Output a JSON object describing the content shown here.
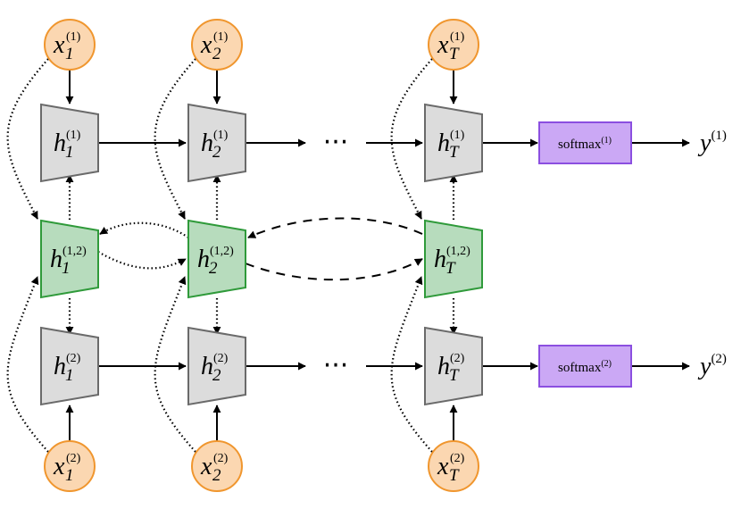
{
  "colors": {
    "input_fill": "#fbd7b1",
    "input_stroke": "#f0962e",
    "hidden_fill": "#dcdcdc",
    "hidden_stroke": "#6a6a6a",
    "shared_fill": "#b7dcbd",
    "shared_stroke": "#2f9a3a",
    "softmax_fill": "#cba8f5",
    "softmax_stroke": "#8b4fe0"
  },
  "inputs_top": [
    {
      "base": "x",
      "sub": "1",
      "sup": "(1)"
    },
    {
      "base": "x",
      "sub": "2",
      "sup": "(1)"
    },
    {
      "base": "x",
      "sub": "T",
      "sup": "(1)"
    }
  ],
  "hidden_top": [
    {
      "base": "h",
      "sub": "1",
      "sup": "(1)"
    },
    {
      "base": "h",
      "sub": "2",
      "sup": "(1)"
    },
    {
      "base": "h",
      "sub": "T",
      "sup": "(1)"
    }
  ],
  "shared": [
    {
      "base": "h",
      "sub": "1",
      "sup": "(1,2)"
    },
    {
      "base": "h",
      "sub": "2",
      "sup": "(1,2)"
    },
    {
      "base": "h",
      "sub": "T",
      "sup": "(1,2)"
    }
  ],
  "hidden_bottom": [
    {
      "base": "h",
      "sub": "1",
      "sup": "(2)"
    },
    {
      "base": "h",
      "sub": "2",
      "sup": "(2)"
    },
    {
      "base": "h",
      "sub": "T",
      "sup": "(2)"
    }
  ],
  "inputs_bottom": [
    {
      "base": "x",
      "sub": "1",
      "sup": "(2)"
    },
    {
      "base": "x",
      "sub": "2",
      "sup": "(2)"
    },
    {
      "base": "x",
      "sub": "T",
      "sup": "(2)"
    }
  ],
  "softmax_top": {
    "label": "softmax",
    "sup": "(1)"
  },
  "softmax_bottom": {
    "label": "softmax",
    "sup": "(2)"
  },
  "output_top": {
    "base": "y",
    "sup": "(1)"
  },
  "output_bottom": {
    "base": "y",
    "sup": "(2)"
  },
  "ellipsis": "···"
}
